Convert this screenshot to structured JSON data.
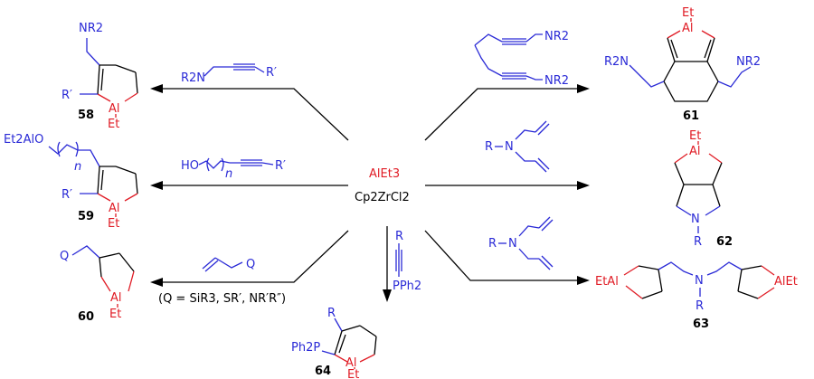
{
  "center": {
    "reagent": "AlEt3",
    "catalyst": "Cp2ZrCl2"
  },
  "colors": {
    "reagent": "#e01b24",
    "substrate": "#2a2ad6",
    "text": "#000000"
  },
  "compounds": {
    "c58": {
      "number": "58",
      "nr2": "NR2",
      "rprime": "R′",
      "al": "Al",
      "et": "Et"
    },
    "c59": {
      "number": "59",
      "et2alo": "Et2AlO",
      "n": "n",
      "rprime": "R′",
      "al": "Al",
      "et": "Et"
    },
    "c60": {
      "number": "60",
      "q": "Q",
      "al": "Al",
      "et": "Et"
    },
    "c61": {
      "number": "61",
      "et": "Et",
      "al": "Al",
      "nr2_left": "R2N",
      "nr2_right": "NR2"
    },
    "c62": {
      "number": "62",
      "et": "Et",
      "al": "Al",
      "n": "N",
      "r": "R"
    },
    "c63": {
      "number": "63",
      "etal_left": "EtAl",
      "n": "N",
      "r": "R",
      "alet_right": "AlEt"
    },
    "c64": {
      "number": "64",
      "r": "R",
      "pph2": "Ph2P",
      "al": "Al",
      "et": "Et"
    }
  },
  "substrates": {
    "s58": {
      "r2n": "R2N",
      "rprime": "R′"
    },
    "s59": {
      "ho": "HO",
      "n": "n",
      "rprime": "R′"
    },
    "s60": {
      "q": "Q",
      "condition": "(Q = SiR3, SR′, NR′R″)"
    },
    "s61": {
      "nr2_top": "NR2",
      "nr2_bottom": "NR2"
    },
    "s62": {
      "r": "R",
      "n": "N"
    },
    "s63": {
      "r": "R",
      "n": "N"
    },
    "s64": {
      "r": "R",
      "pph2": "PPh2"
    }
  }
}
